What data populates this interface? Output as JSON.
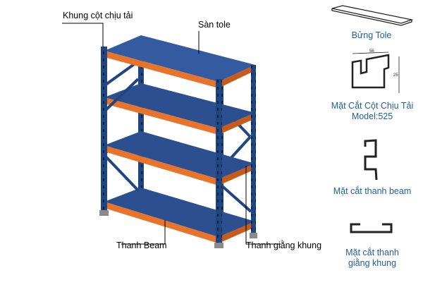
{
  "labels": {
    "column_frame": "Khung cột chịu tải",
    "deck": "Sàn tole",
    "beam": "Thanh Beam",
    "brace": "Thanh giằng khung"
  },
  "captions": {
    "tole_panel": "Bửng Tole",
    "column_section_line1": "Mặt Cắt Cột Chịu Tải",
    "column_section_line2": "Model:525",
    "beam_section": "Mặt cắt thanh beam",
    "brace_section_line1": "Mặt cắt thanh",
    "brace_section_line2": "giằng khung"
  },
  "dimensions": {
    "width": "56",
    "height": "25"
  },
  "colors": {
    "deck": "#2c4f8f",
    "deck_top": "#345aa0",
    "upright": "#21457f",
    "beam": "#e8732a",
    "caption": "#1f5e9a"
  }
}
